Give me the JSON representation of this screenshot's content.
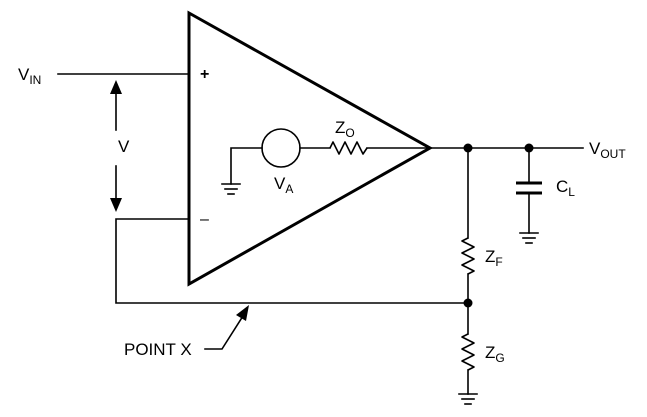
{
  "labels": {
    "vin": {
      "main": "V",
      "sub": "IN"
    },
    "v": "V",
    "plus": "+",
    "minus": "–",
    "zo": {
      "main": "Z",
      "sub": "O"
    },
    "va": {
      "main": "V",
      "sub": "A"
    },
    "vout": {
      "main": "V",
      "sub": "OUT"
    },
    "cl": {
      "main": "C",
      "sub": "L"
    },
    "zf": {
      "main": "Z",
      "sub": "F"
    },
    "zg": {
      "main": "Z",
      "sub": "G"
    },
    "point_x": "POINT X"
  }
}
